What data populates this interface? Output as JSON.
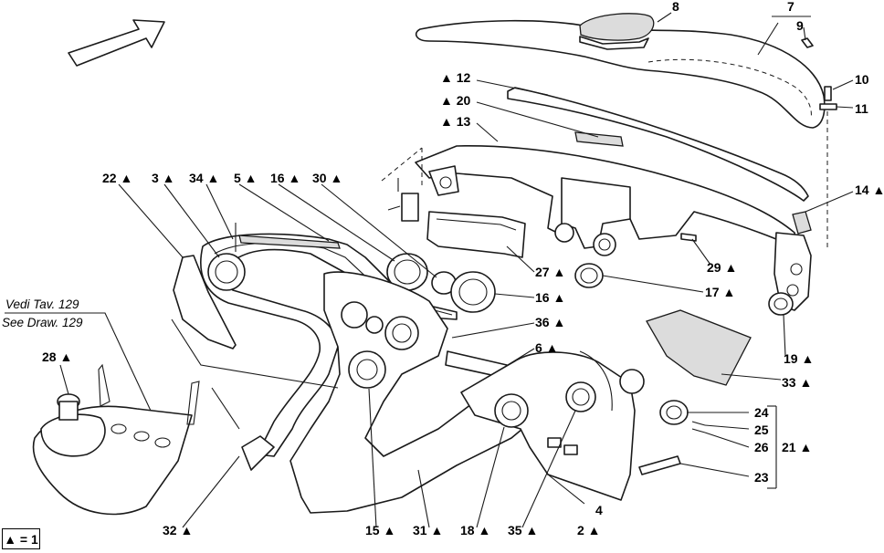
{
  "callouts": {
    "c8": "8",
    "c7": "7",
    "c9": "9",
    "c10": "10",
    "c11": "11",
    "c12": "▲ 12",
    "c20": "▲ 20",
    "c13": "▲ 13",
    "c14": "14 ▲",
    "c22": "22 ▲",
    "c3": "3 ▲",
    "c34": "34 ▲",
    "c5": "5 ▲",
    "c16a": "16 ▲",
    "c30": "30 ▲",
    "c27": "27 ▲",
    "c29": "29 ▲",
    "c17": "17 ▲",
    "c16b": "16 ▲",
    "c36": "36 ▲",
    "c6": "6 ▲",
    "c19": "19 ▲",
    "c33": "33 ▲",
    "c28": "28 ▲",
    "c24": "24",
    "c25": "25",
    "c26": "26",
    "c21": "21 ▲",
    "c23": "23",
    "c4": "4",
    "c32": "32 ▲",
    "c15": "15 ▲",
    "c31": "31 ▲",
    "c18": "18 ▲",
    "c35": "35 ▲",
    "c2": "2 ▲"
  },
  "note": {
    "line1": "Vedi Tav. 129",
    "line2": "See Draw. 129"
  },
  "legend": {
    "text": "▲ = 1"
  }
}
